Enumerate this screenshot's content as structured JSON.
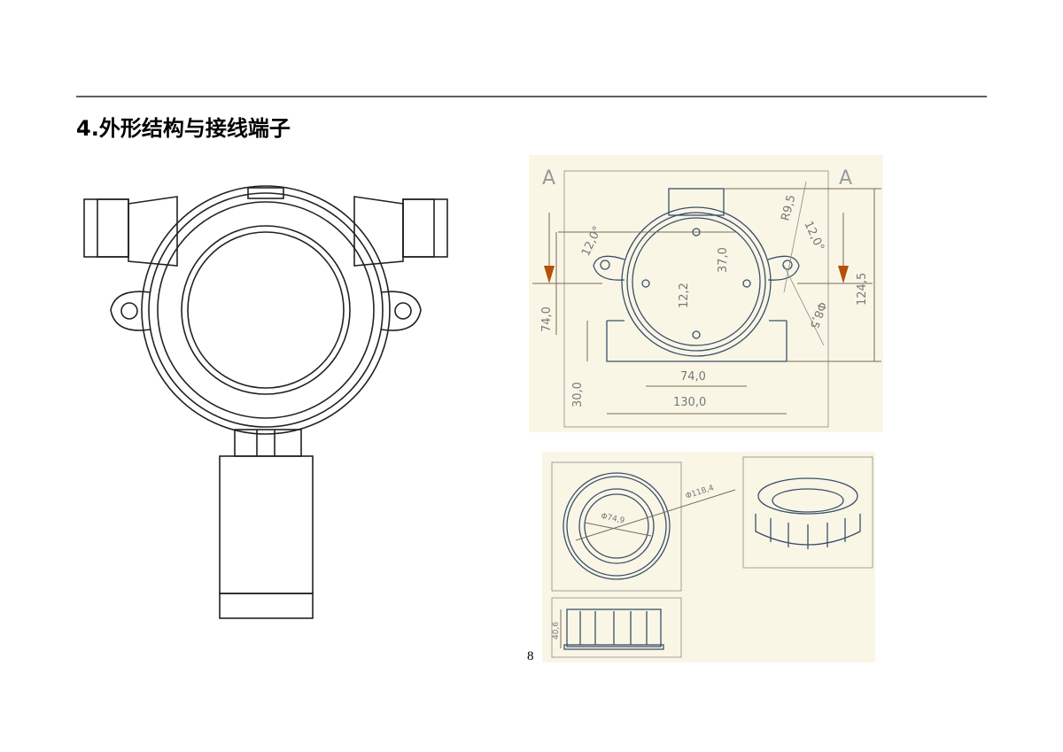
{
  "heading": "4.外形结构与接线端子",
  "page_number": "8",
  "drawing_top": {
    "section_left": "A",
    "section_right": "A",
    "dims": {
      "angle_left": "12,0°",
      "angle_right": "12,0°",
      "radius": "R9,5",
      "d_37": "37,0",
      "d_12": "12,2",
      "hole": "Φ8,5",
      "height_total": "124,5",
      "height_left": "74,0",
      "height_base": "30,0",
      "width_holes": "74,0",
      "width_base": "130,0"
    }
  },
  "drawing_bottom": {
    "outer_diameter": "Φ118,4",
    "inner_diameter": "Φ74,9",
    "height": "40,6"
  },
  "colors": {
    "drawing_bg": "#faf6e6",
    "arrow": "#b4500a",
    "line": "#3a4f6a"
  }
}
